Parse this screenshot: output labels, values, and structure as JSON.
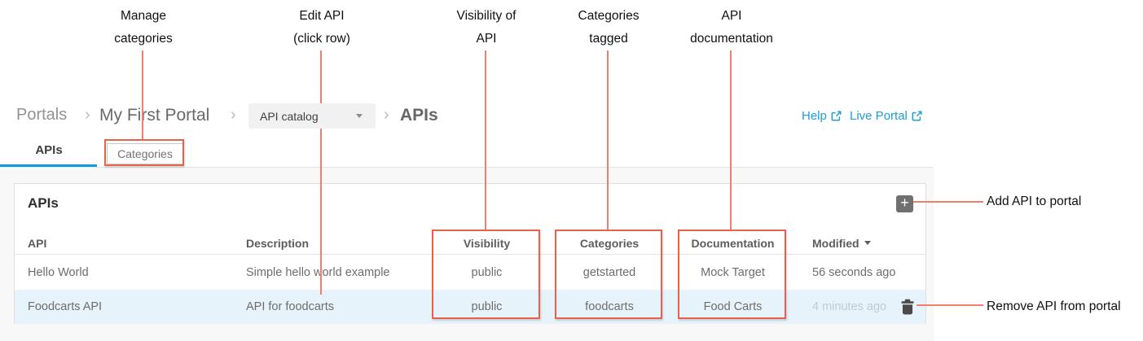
{
  "annotations": {
    "top_labels": [
      {
        "line1": "Manage",
        "line2": "categories"
      },
      {
        "line1": "Edit API",
        "line2": "(click row)"
      },
      {
        "line1": "Visibility of",
        "line2": "API"
      },
      {
        "line1": "Categories",
        "line2": "tagged"
      },
      {
        "line1": "API",
        "line2": "documentation"
      }
    ],
    "side_labels": {
      "add": "Add API to portal",
      "remove": "Remove API from portal"
    }
  },
  "breadcrumb": {
    "root": "Portals",
    "portal": "My First Portal",
    "dropdown_value": "API catalog",
    "current": "APIs",
    "separator": "›"
  },
  "links": {
    "help": "Help",
    "live_portal": "Live Portal"
  },
  "tabs": {
    "apis": "APIs",
    "categories": "Categories"
  },
  "panel": {
    "title": "APIs",
    "table": {
      "headers": {
        "api": "API",
        "description": "Description",
        "visibility": "Visibility",
        "categories": "Categories",
        "documentation": "Documentation",
        "modified": "Modified"
      },
      "rows": [
        {
          "api": "Hello World",
          "description": "Simple hello world example",
          "visibility": "public",
          "categories": "getstarted",
          "documentation": "Mock Target",
          "modified": "56 seconds ago"
        },
        {
          "api": "Foodcarts API",
          "description": "API for foodcarts",
          "visibility": "public",
          "categories": "foodcarts",
          "documentation": "Food Carts",
          "modified": "4 minutes ago"
        }
      ]
    }
  },
  "icons": {
    "plus": "+"
  },
  "colors": {
    "annotation_box": "#e8614d",
    "annotation_line": "#f0806e",
    "tab_accent": "#0d9ed8",
    "link_blue": "#1a9fd9",
    "selected_row_bg": "#e7f3fa"
  }
}
